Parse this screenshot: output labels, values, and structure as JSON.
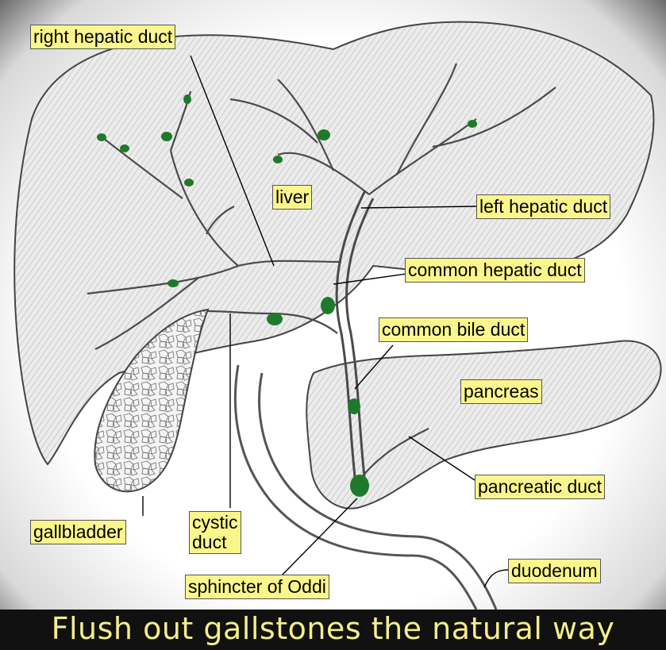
{
  "labels": {
    "right_hepatic_duct": "right hepatic duct",
    "liver": "liver",
    "left_hepatic_duct": "left hepatic duct",
    "common_hepatic_duct": "common hepatic duct",
    "common_bile_duct": "common bile duct",
    "pancreas": "pancreas",
    "pancreatic_duct": "pancreatic duct",
    "gallbladder": "gallbladder",
    "cystic_duct": "cystic\nduct",
    "sphincter_of_oddi": "sphincter of Oddi",
    "duodenum": "duodenum"
  },
  "caption": "Flush out gallstones the natural way",
  "colors": {
    "label_fill": "#fbf68c",
    "stone": "#1e7a2a",
    "caption_text": "#f3ee8a",
    "caption_bg": "#111111"
  }
}
